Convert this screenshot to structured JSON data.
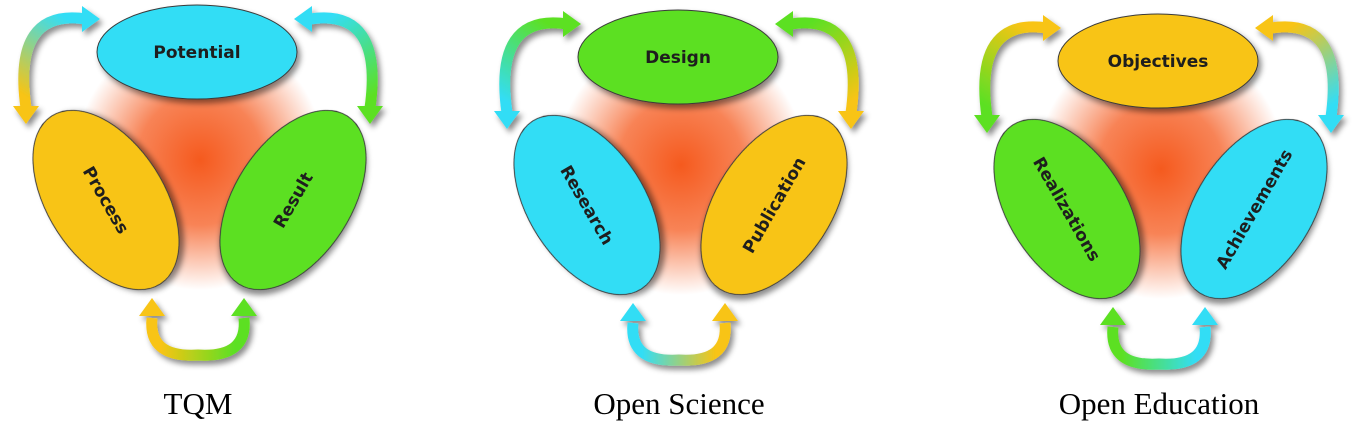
{
  "colors": {
    "cyan": "#33DDF5",
    "green": "#5CE024",
    "yellow": "#F8C414",
    "glow": "#F55A1E"
  },
  "diagrams": [
    {
      "caption": "TQM",
      "nodes": [
        {
          "label": "Potential",
          "color": "cyan"
        },
        {
          "label": "Process",
          "color": "yellow"
        },
        {
          "label": "Result",
          "color": "green"
        }
      ]
    },
    {
      "caption": "Open Science",
      "nodes": [
        {
          "label": "Design",
          "color": "green"
        },
        {
          "label": "Research",
          "color": "cyan"
        },
        {
          "label": "Publication",
          "color": "yellow"
        }
      ]
    },
    {
      "caption": "Open Education",
      "nodes": [
        {
          "label": "Objectives",
          "color": "yellow"
        },
        {
          "label": "Realizations",
          "color": "green"
        },
        {
          "label": "Achievements",
          "color": "cyan"
        }
      ]
    }
  ]
}
